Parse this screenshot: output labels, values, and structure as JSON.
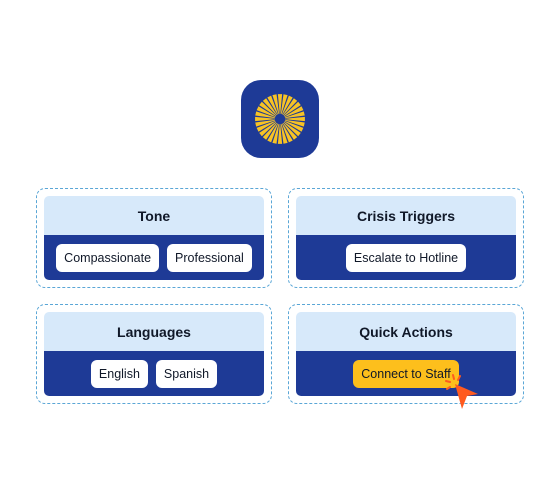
{
  "brand": {
    "logo_icon": "sunburst-logo-icon",
    "bg": "#1e3a96",
    "accent": "#f7c325"
  },
  "cards": [
    {
      "title": "Tone",
      "chips": [
        "Compassionate",
        "Professional"
      ]
    },
    {
      "title": "Crisis Triggers",
      "chips": [
        "Escalate to Hotline"
      ]
    },
    {
      "title": "Languages",
      "chips": [
        "English",
        "Spanish"
      ]
    },
    {
      "title": "Quick Actions",
      "chips": [
        "Connect to Staff"
      ],
      "active_chip": "Connect to Staff"
    }
  ],
  "colors": {
    "header_bg": "#d7e9fa",
    "body_bg": "#1e3a96",
    "chip_bg": "#ffffff",
    "active_chip_bg": "#fdbf1c",
    "cursor": "#ff5a1f",
    "dashed_border": "#5aa6d6"
  },
  "cursor_icon": "pointer-click-icon"
}
